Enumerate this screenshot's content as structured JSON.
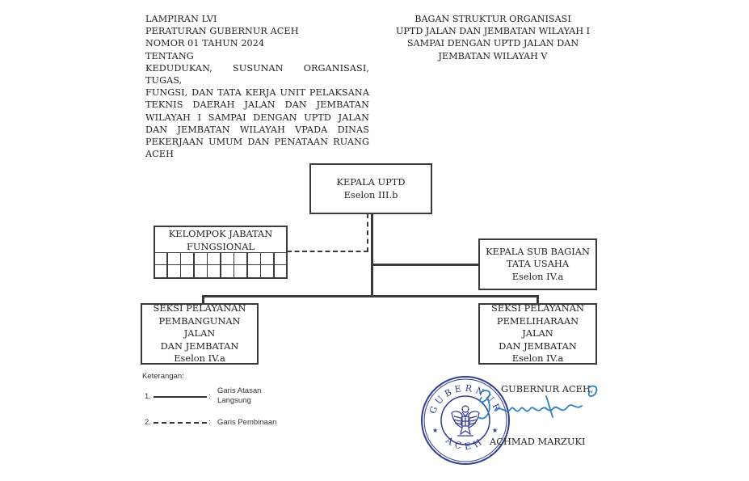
{
  "header_left": {
    "lines": [
      {
        "text": "LAMPIRAN LVI",
        "justify": false
      },
      {
        "text": "PERATURAN GUBERNUR ACEH",
        "justify": false
      },
      {
        "text": "NOMOR 01  TAHUN 2024",
        "justify": false
      },
      {
        "text": "TENTANG",
        "justify": false
      },
      {
        "text": "KEDUDUKAN, SUSUNAN ORGANISASI, TUGAS,",
        "justify": true
      },
      {
        "text": "FUNGSI, DAN TATA KERJA UNIT PELAKSANA",
        "justify": true
      },
      {
        "text": "TEKNIS DAERAH JALAN DAN JEMBATAN",
        "justify": true
      },
      {
        "text": "WILAYAH I SAMPAI DENGAN UPTD JALAN",
        "justify": true
      },
      {
        "text": "DAN JEMBATAN WILAYAH VPADA DINAS",
        "justify": true
      },
      {
        "text": "PEKERJAAN UMUM DAN PENATAAN RUANG",
        "justify": true
      },
      {
        "text": "ACEH",
        "justify": false
      }
    ]
  },
  "header_right": {
    "lines": [
      "BAGAN STRUKTUR ORGANISASI",
      "UPTD JALAN DAN JEMBATAN WILAYAH I",
      "SAMPAI DENGAN UPTD JALAN DAN",
      "JEMBATAN WILAYAH V"
    ]
  },
  "org": {
    "kepala": {
      "line1": "KEPALA UPTD",
      "line2": "Eselon III.b"
    },
    "fungsional": {
      "line1": "KELOMPOK JABATAN",
      "line2": "FUNGSIONAL"
    },
    "subbag": {
      "line1": "KEPALA SUB BAGIAN",
      "line2": "TATA USAHA",
      "line3": "Eselon IV.a"
    },
    "seksi_pembangunan": {
      "line1": "SEKSI PELAYANAN",
      "line2": "PEMBANGUNAN JALAN",
      "line3": "DAN JEMBATAN",
      "line4": "Eselon IV.a"
    },
    "seksi_pemeliharaan": {
      "line1": "SEKSI PELAYANAN",
      "line2": "PEMELIHARAAN JALAN",
      "line3": "DAN JEMBATAN",
      "line4": "Eselon IV.a"
    }
  },
  "legend": {
    "title": "Keterangan:",
    "item1_num": "1.",
    "item1_sep": ":",
    "item1_label_a": "Garis Atasan",
    "item1_label_b": "Langsung",
    "item2_num": "2.",
    "item2_sep": ":",
    "item2_label": "Garis Pembinaan"
  },
  "signature": {
    "title": "GUBERNUR ACEH,",
    "name": "ACHMAD MARZUKI",
    "seal_top_text": "GUBERNUR",
    "seal_bottom_text": "ACEH"
  },
  "colors": {
    "ink": "#3a3a3a",
    "stamp": "#2f3d8f",
    "signature": "#2e7fc2"
  }
}
